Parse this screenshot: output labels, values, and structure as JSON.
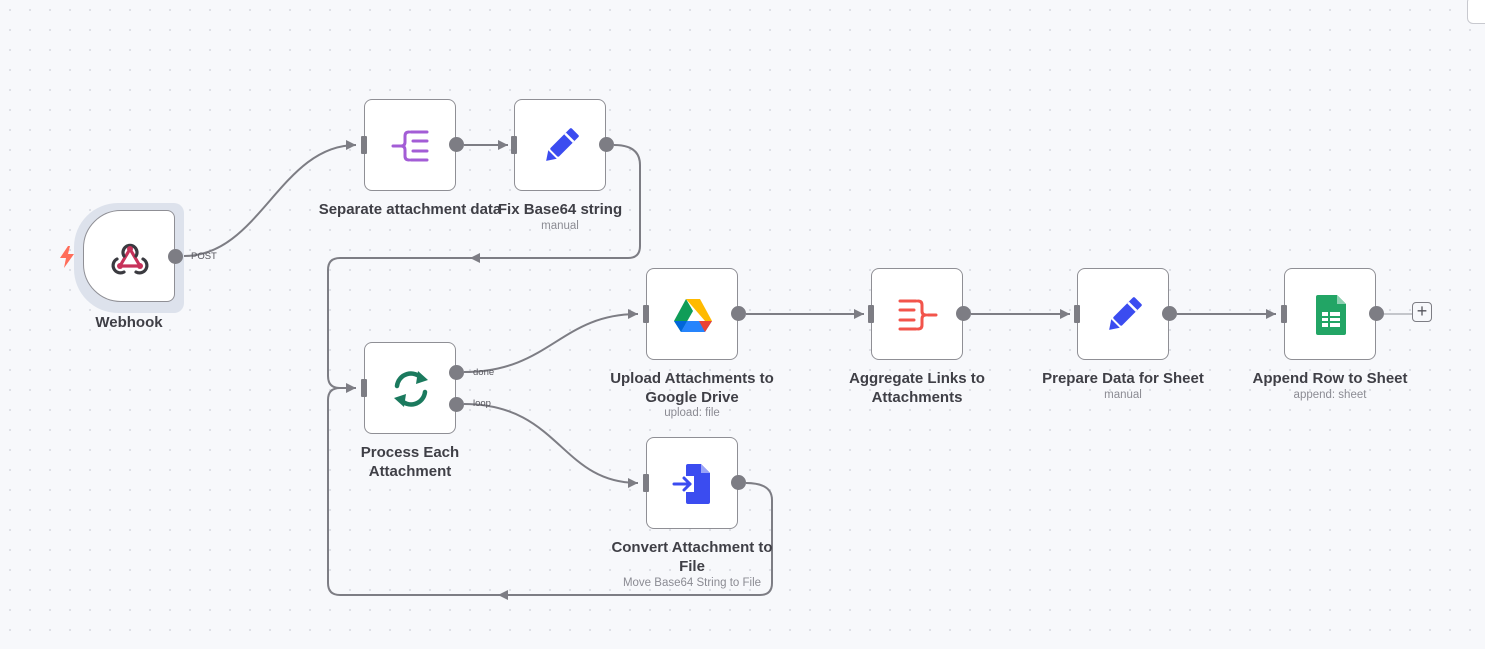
{
  "canvas": {
    "background": "#f7f8fb",
    "grid_dot": "#dcdee5",
    "edge_color": "#7d7d84"
  },
  "nodes": {
    "webhook": {
      "label": "Webhook",
      "icon": "webhook-icon",
      "output_label": "POST",
      "is_trigger": true,
      "trigger_icon": "lightning-bolt-icon",
      "icon_color": "#c7325a",
      "trigger_color": "#ff6d5a"
    },
    "separate": {
      "label": "Separate attachment data",
      "icon": "split-out-icon",
      "icon_color": "#a35dd6"
    },
    "fix_base64": {
      "label": "Fix Base64 string",
      "subtitle": "manual",
      "icon": "pencil-icon",
      "icon_color": "#3b4cf0"
    },
    "process_each": {
      "label": "Process Each Attachment",
      "icon": "loop-icon",
      "icon_color": "#1b7a5e",
      "outputs": [
        "done",
        "loop"
      ]
    },
    "upload": {
      "label": "Upload Attachments to Google Drive",
      "subtitle": "upload: file",
      "icon": "google-drive-icon"
    },
    "aggregate": {
      "label": "Aggregate Links to Attachments",
      "icon": "aggregate-icon",
      "icon_color": "#f2544b"
    },
    "prepare": {
      "label": "Prepare Data for Sheet",
      "subtitle": "manual",
      "icon": "pencil-icon",
      "icon_color": "#3b4cf0"
    },
    "append": {
      "label": "Append Row to Sheet",
      "subtitle": "append: sheet",
      "icon": "google-sheets-icon",
      "icon_color": "#22a565"
    },
    "convert": {
      "label": "Convert Attachment to File",
      "subtitle": "Move Base64 String to File",
      "icon": "convert-to-file-icon",
      "icon_color": "#3b4cf0"
    }
  },
  "add_node_symbol": "+",
  "connections": [
    {
      "from": "webhook",
      "to": "separate"
    },
    {
      "from": "separate",
      "to": "fix_base64"
    },
    {
      "from": "fix_base64",
      "to": "process_each"
    },
    {
      "from": "process_each",
      "output": "done",
      "to": "upload"
    },
    {
      "from": "process_each",
      "output": "loop",
      "to": "convert"
    },
    {
      "from": "upload",
      "to": "aggregate"
    },
    {
      "from": "aggregate",
      "to": "prepare"
    },
    {
      "from": "prepare",
      "to": "append"
    },
    {
      "from": "convert",
      "to": "process_each"
    }
  ]
}
